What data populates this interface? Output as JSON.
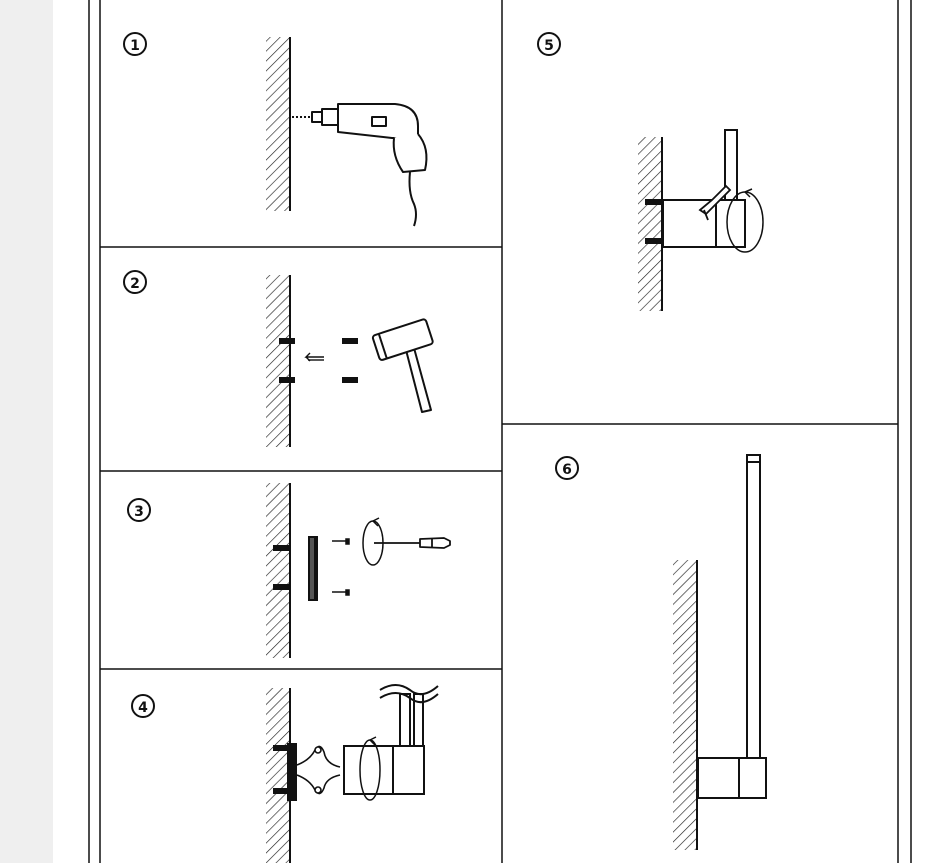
{
  "steps": [
    {
      "number": "1",
      "icon": "drill-icon"
    },
    {
      "number": "2",
      "icon": "hammer-icon"
    },
    {
      "number": "3",
      "icon": "screwdriver-icon"
    },
    {
      "number": "4",
      "icon": "wire-connect-icon"
    },
    {
      "number": "5",
      "icon": "hex-key-icon"
    },
    {
      "number": "6",
      "icon": "installed-lamp-icon"
    }
  ]
}
